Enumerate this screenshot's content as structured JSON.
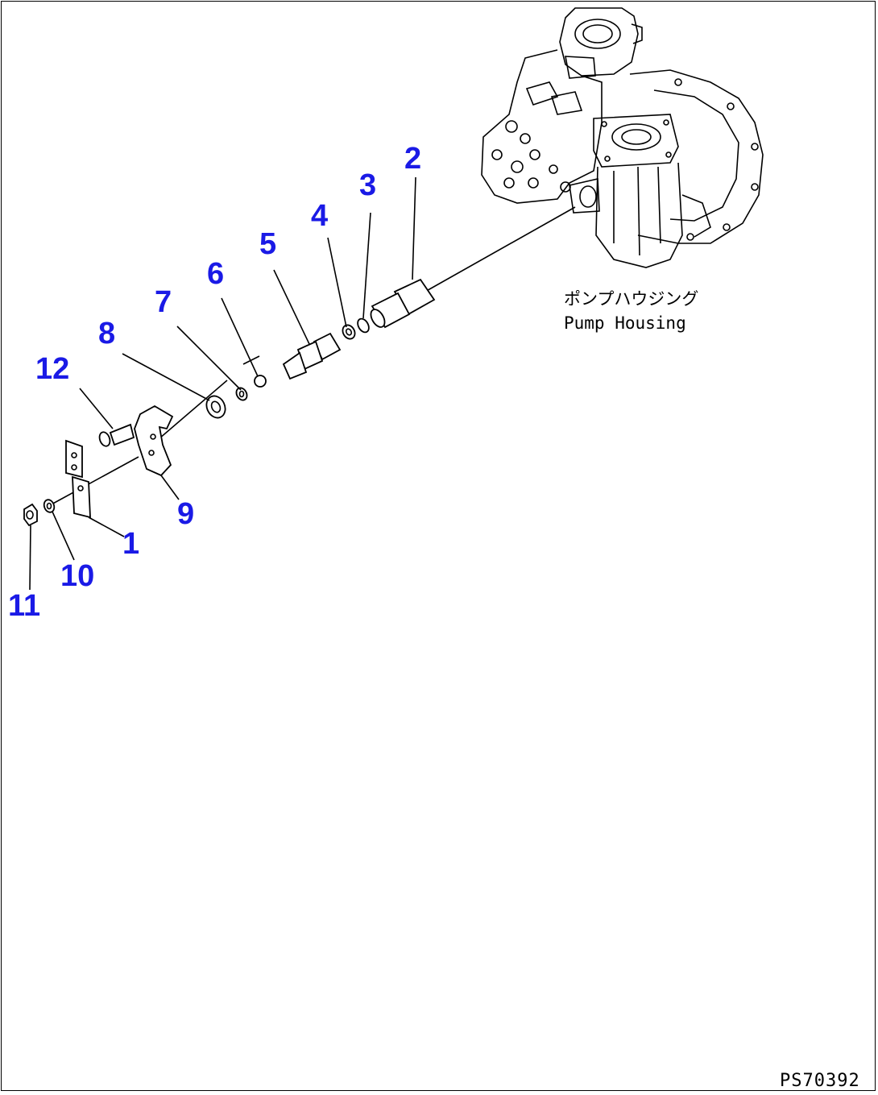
{
  "diagram": {
    "callouts": [
      {
        "id": "2",
        "label": "2"
      },
      {
        "id": "3",
        "label": "3"
      },
      {
        "id": "4",
        "label": "4"
      },
      {
        "id": "5",
        "label": "5"
      },
      {
        "id": "6",
        "label": "6"
      },
      {
        "id": "7",
        "label": "7"
      },
      {
        "id": "8",
        "label": "8"
      },
      {
        "id": "12",
        "label": "12"
      },
      {
        "id": "9",
        "label": "9"
      },
      {
        "id": "1",
        "label": "1"
      },
      {
        "id": "10",
        "label": "10"
      },
      {
        "id": "11",
        "label": "11"
      }
    ],
    "housing_label_jp": "ポンプハウジング",
    "housing_label_en": "Pump Housing",
    "drawing_id": "PS70392",
    "callout_color": "#1a1ae6"
  }
}
